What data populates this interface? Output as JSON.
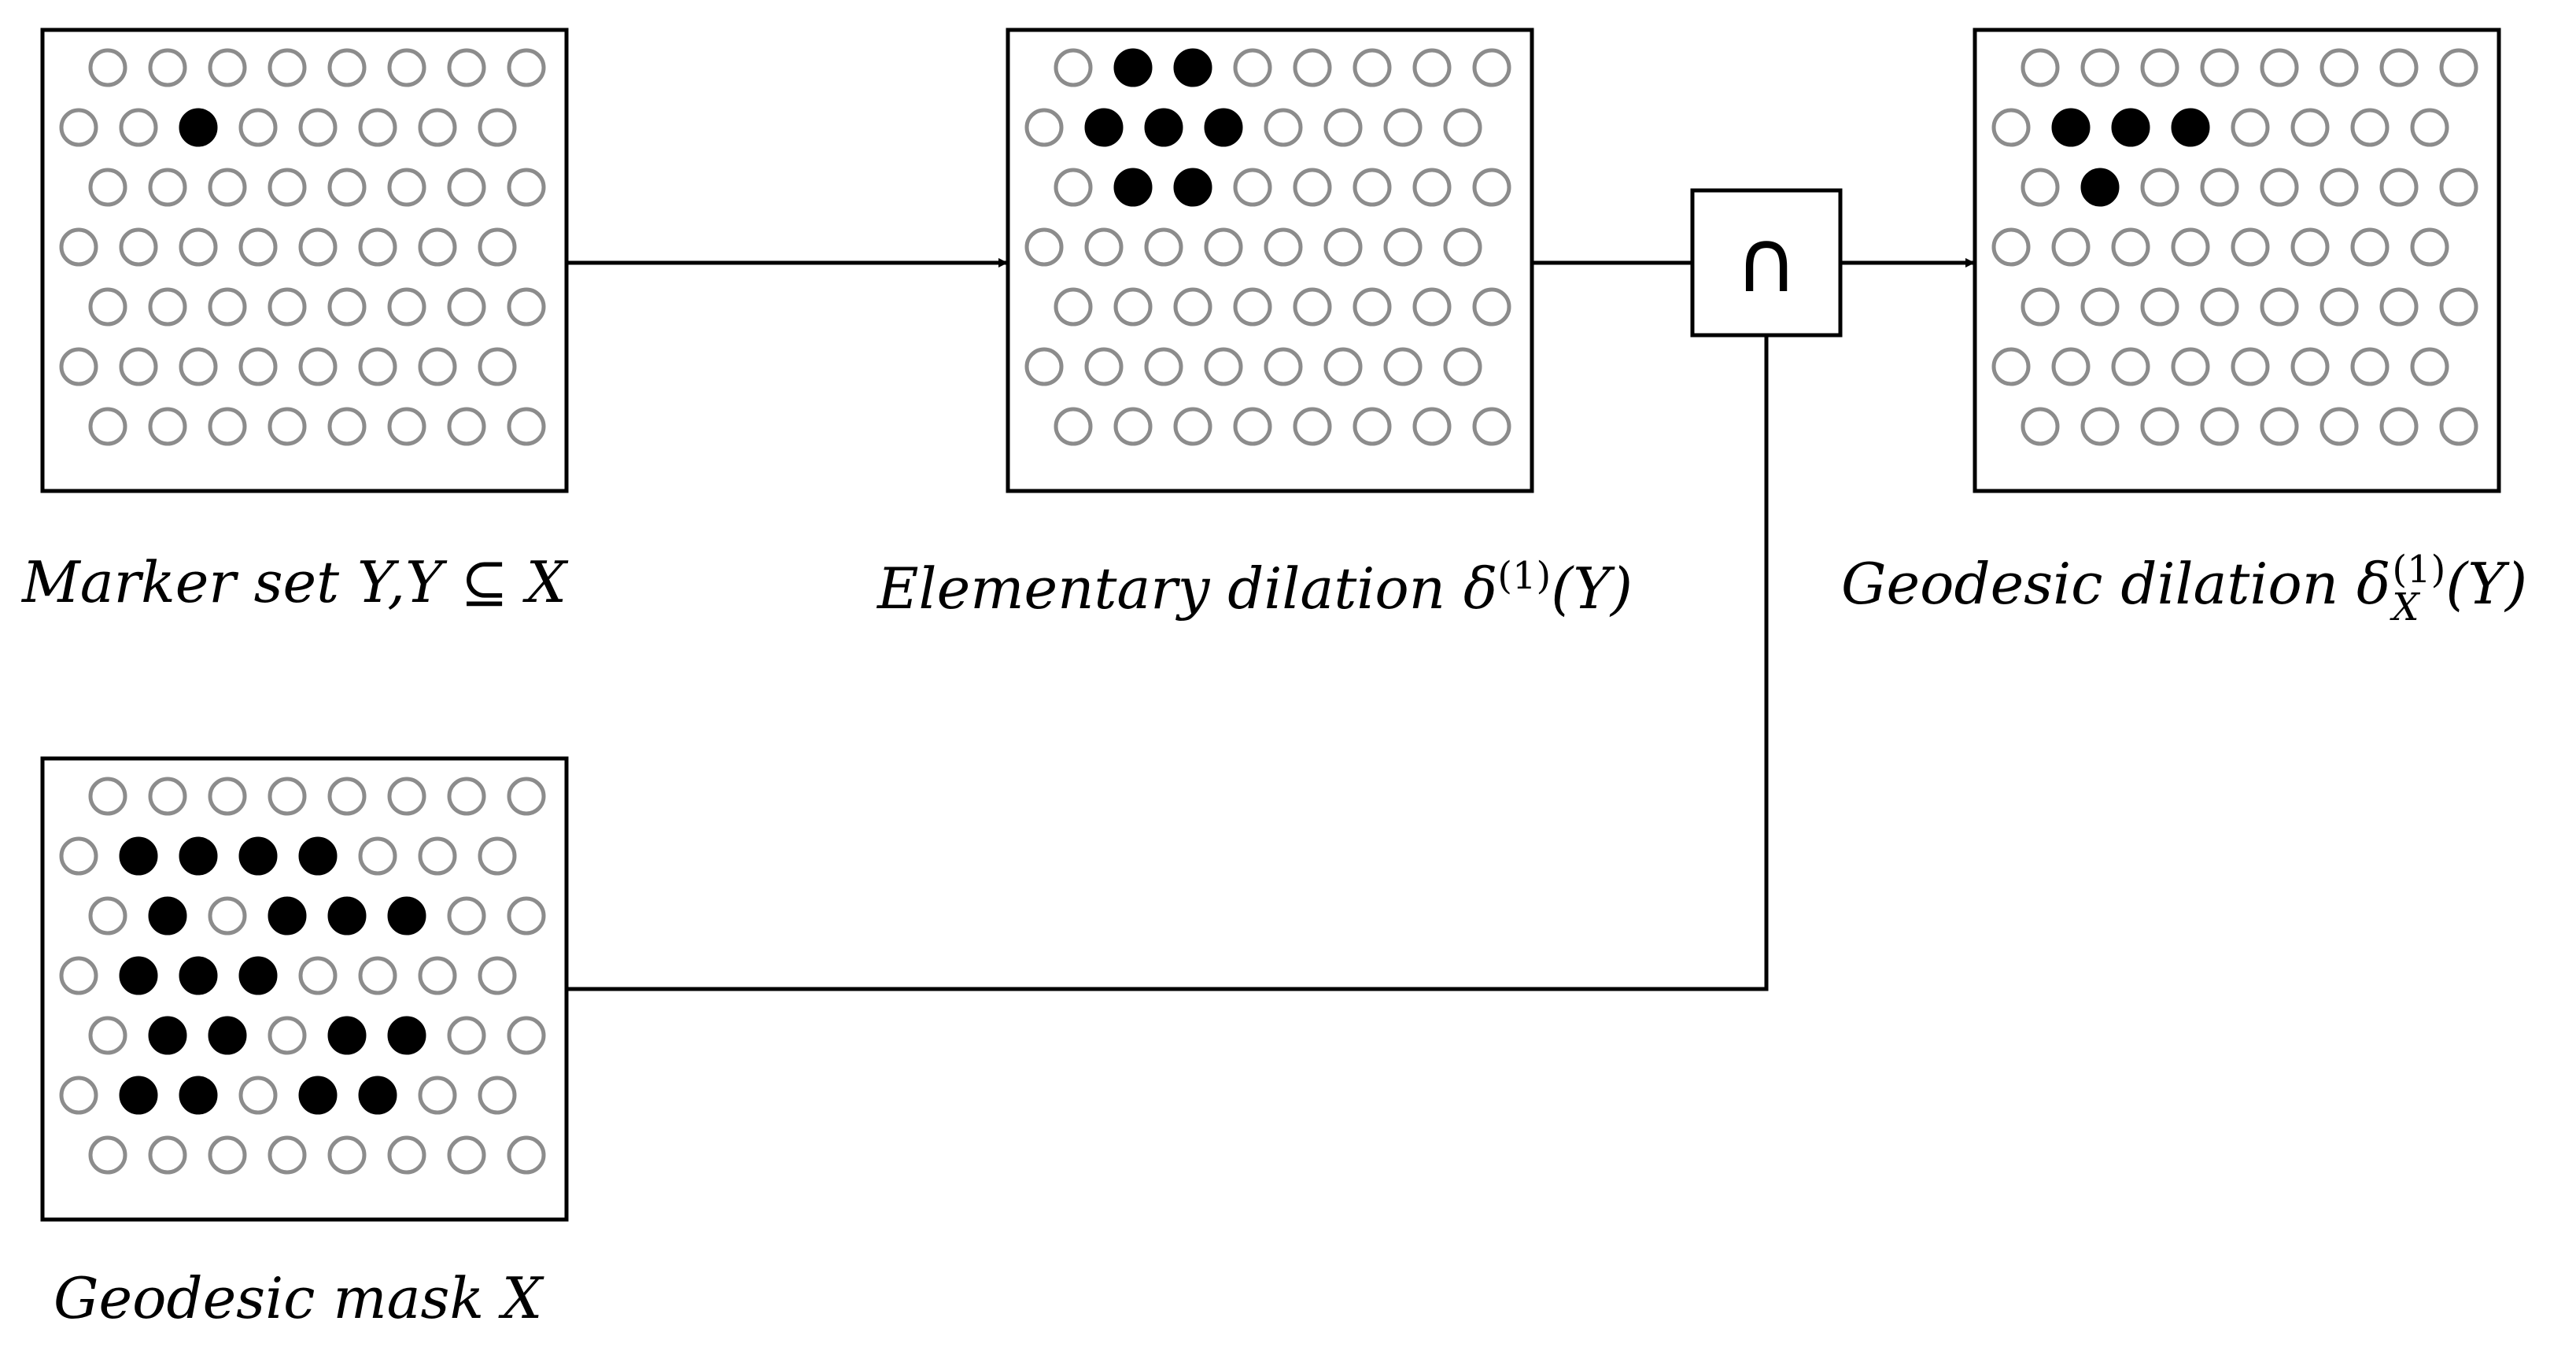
{
  "colors": {
    "border": "#000000",
    "empty_dot": "#8c8c8c",
    "filled_dot": "#000000",
    "background": "#ffffff"
  },
  "grid": {
    "rows": 7,
    "cols": 8
  },
  "panels": [
    {
      "id": "marker",
      "caption": {
        "main": "Marker set Y,Y ⊆ X"
      },
      "filled": [
        [
          1,
          2
        ]
      ]
    },
    {
      "id": "elementary",
      "caption": {
        "main": "Elementary dilation δ",
        "sup": "(1)",
        "tail": "(Y)"
      },
      "filled": [
        [
          0,
          1
        ],
        [
          0,
          2
        ],
        [
          1,
          1
        ],
        [
          1,
          2
        ],
        [
          1,
          3
        ],
        [
          2,
          1
        ],
        [
          2,
          2
        ]
      ]
    },
    {
      "id": "geodesic",
      "caption": {
        "main": "Geodesic dilation δ",
        "sub": "X",
        "sup": "(1)",
        "tail": "(Y)"
      },
      "filled": [
        [
          1,
          1
        ],
        [
          1,
          2
        ],
        [
          1,
          3
        ],
        [
          2,
          1
        ]
      ]
    },
    {
      "id": "mask",
      "caption": {
        "main": "Geodesic mask X"
      },
      "filled": [
        [
          1,
          1
        ],
        [
          1,
          2
        ],
        [
          1,
          3
        ],
        [
          1,
          4
        ],
        [
          2,
          1
        ],
        [
          2,
          3
        ],
        [
          2,
          4
        ],
        [
          2,
          5
        ],
        [
          3,
          1
        ],
        [
          3,
          2
        ],
        [
          3,
          3
        ],
        [
          4,
          1
        ],
        [
          4,
          2
        ],
        [
          4,
          4
        ],
        [
          4,
          5
        ],
        [
          5,
          1
        ],
        [
          5,
          2
        ],
        [
          5,
          4
        ],
        [
          5,
          5
        ]
      ]
    }
  ],
  "operator": {
    "symbol": "∩"
  }
}
